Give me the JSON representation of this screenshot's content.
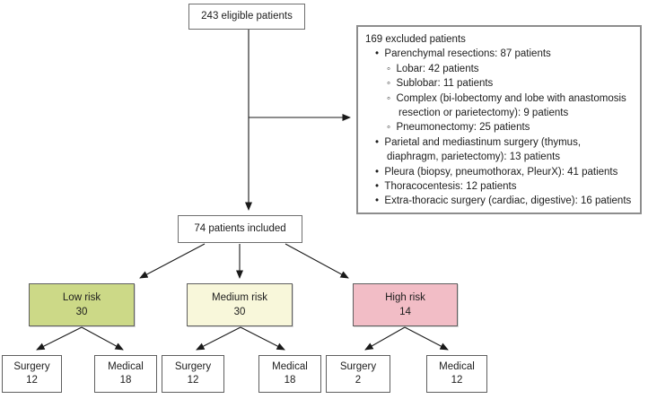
{
  "diagram": {
    "top_box": {
      "label": "243 eligible patients"
    },
    "excluded": {
      "title": "169 excluded patients",
      "items": [
        {
          "bullet": "filled",
          "text": "Parenchymal resections: 87 patients"
        },
        {
          "bullet": "open",
          "text": "Lobar: 42 patients"
        },
        {
          "bullet": "open",
          "text": "Sublobar: 11 patients"
        },
        {
          "bullet": "open",
          "text": "Complex (bi-lobectomy and lobe with anastomosis resection or parietectomy): 9 patients"
        },
        {
          "bullet": "open",
          "text": "Pneumonectomy: 25 patients"
        },
        {
          "bullet": "filled",
          "text": "Parietal and mediastinum surgery (thymus, diaphragm, parietectomy): 13 patients"
        },
        {
          "bullet": "filled",
          "text": "Pleura (biopsy, pneumothorax, PleurX): 41 patients"
        },
        {
          "bullet": "filled",
          "text": "Thoracocentesis: 12 patients"
        },
        {
          "bullet": "filled",
          "text": "Extra-thoracic surgery (cardiac, digestive): 16 patients"
        }
      ]
    },
    "included_box": {
      "label": "74 patients included"
    },
    "risk_groups": [
      {
        "label": "Low risk",
        "count": "30",
        "color": "#ccd987"
      },
      {
        "label": "Medium risk",
        "count": "30",
        "color": "#f8f7da"
      },
      {
        "label": "High risk",
        "count": "14",
        "color": "#f2bdc6"
      }
    ],
    "outcomes": [
      {
        "label": "Surgery",
        "count": "12"
      },
      {
        "label": "Medical",
        "count": "18"
      },
      {
        "label": "Surgery",
        "count": "12"
      },
      {
        "label": "Medical",
        "count": "18"
      },
      {
        "label": "Surgery",
        "count": "2"
      },
      {
        "label": "Medical",
        "count": "12"
      }
    ]
  },
  "colors": {
    "arrow": "#1a1a1a",
    "box_border": "#5f5f5f",
    "excluded_border": "#8d8d8d"
  }
}
